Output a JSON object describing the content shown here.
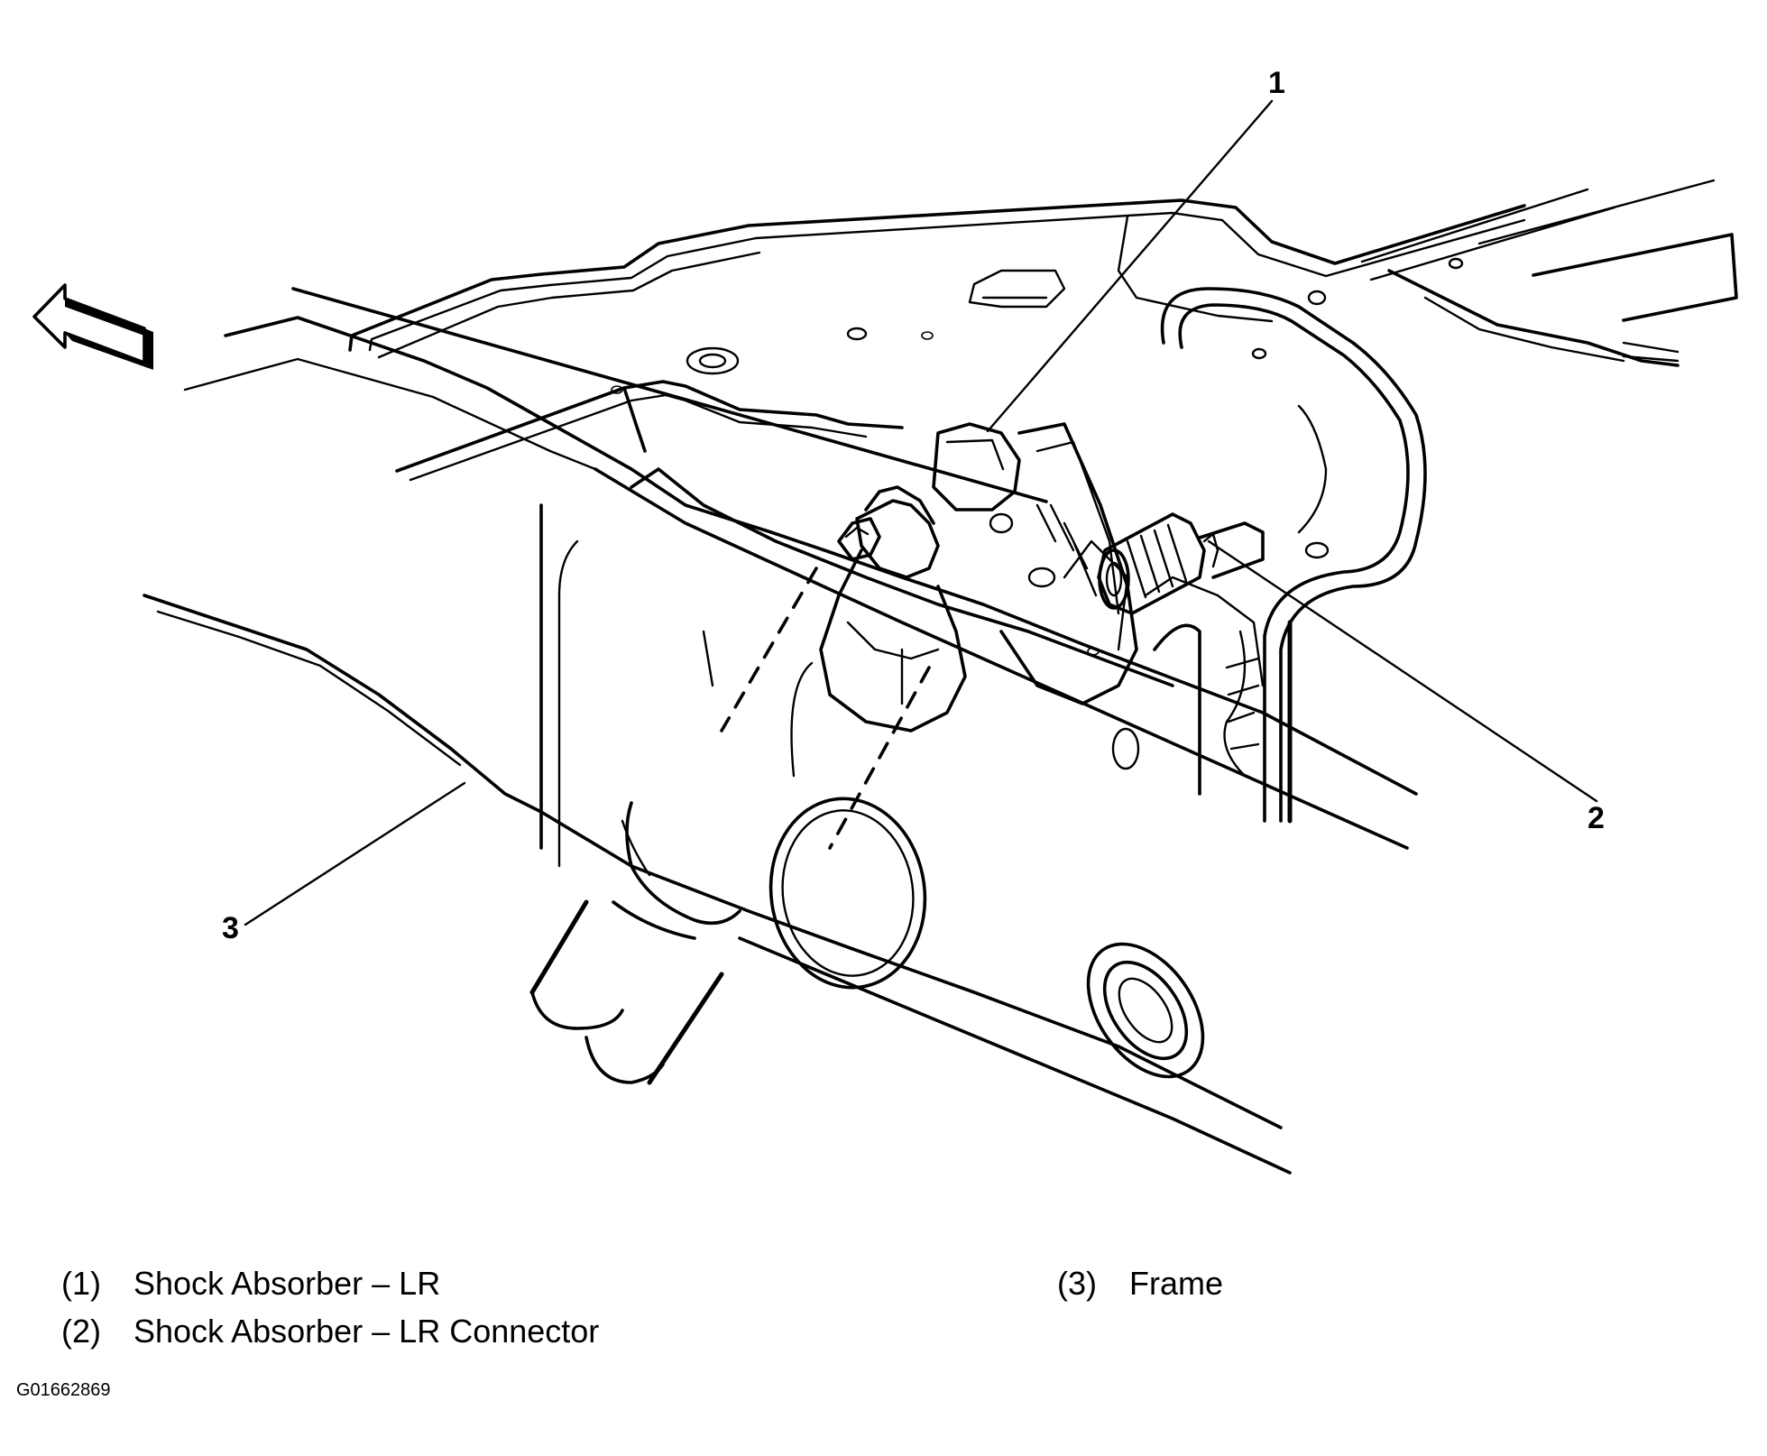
{
  "callouts": [
    {
      "number": "1"
    },
    {
      "number": "2"
    },
    {
      "number": "3"
    }
  ],
  "legend": [
    {
      "number": "(1)",
      "label": "Shock Absorber – LR"
    },
    {
      "number": "(2)",
      "label": "Shock Absorber – LR Connector"
    },
    {
      "number": "(3)",
      "label": "Frame"
    }
  ],
  "figure_code": "G01662869",
  "icons": {
    "direction_arrow": "forward-arrow-icon"
  }
}
